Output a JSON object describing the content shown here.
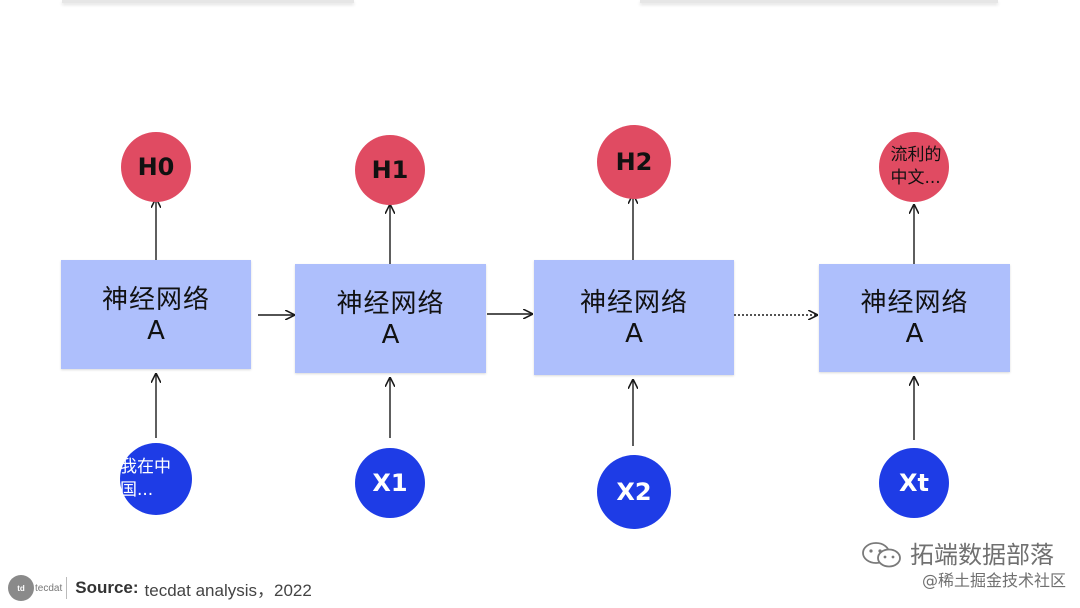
{
  "diagram": {
    "cells": [
      {
        "box_title": "神经网络",
        "box_sub": "A",
        "output": "H0",
        "input": "我在中\n国..."
      },
      {
        "box_title": "神经网络",
        "box_sub": "A",
        "output": "H1",
        "input": "X1"
      },
      {
        "box_title": "神经网络",
        "box_sub": "A",
        "output": "H2",
        "input": "X2"
      },
      {
        "box_title": "神经网络",
        "box_sub": "A",
        "output": "流利的\n中文...",
        "input": "Xt"
      }
    ]
  },
  "footer": {
    "logo_text": "tecdat",
    "source_label": "Source:",
    "source_text": "tecdat analysis，2022"
  },
  "watermark": {
    "line1": "拓端数据部落",
    "line2": "@稀土掘金技术社区"
  },
  "colors": {
    "box_fill": "#aebffc",
    "output_circle": "#e04b62",
    "input_circle": "#1e3ce6",
    "arrow": "#1a1a1a"
  }
}
